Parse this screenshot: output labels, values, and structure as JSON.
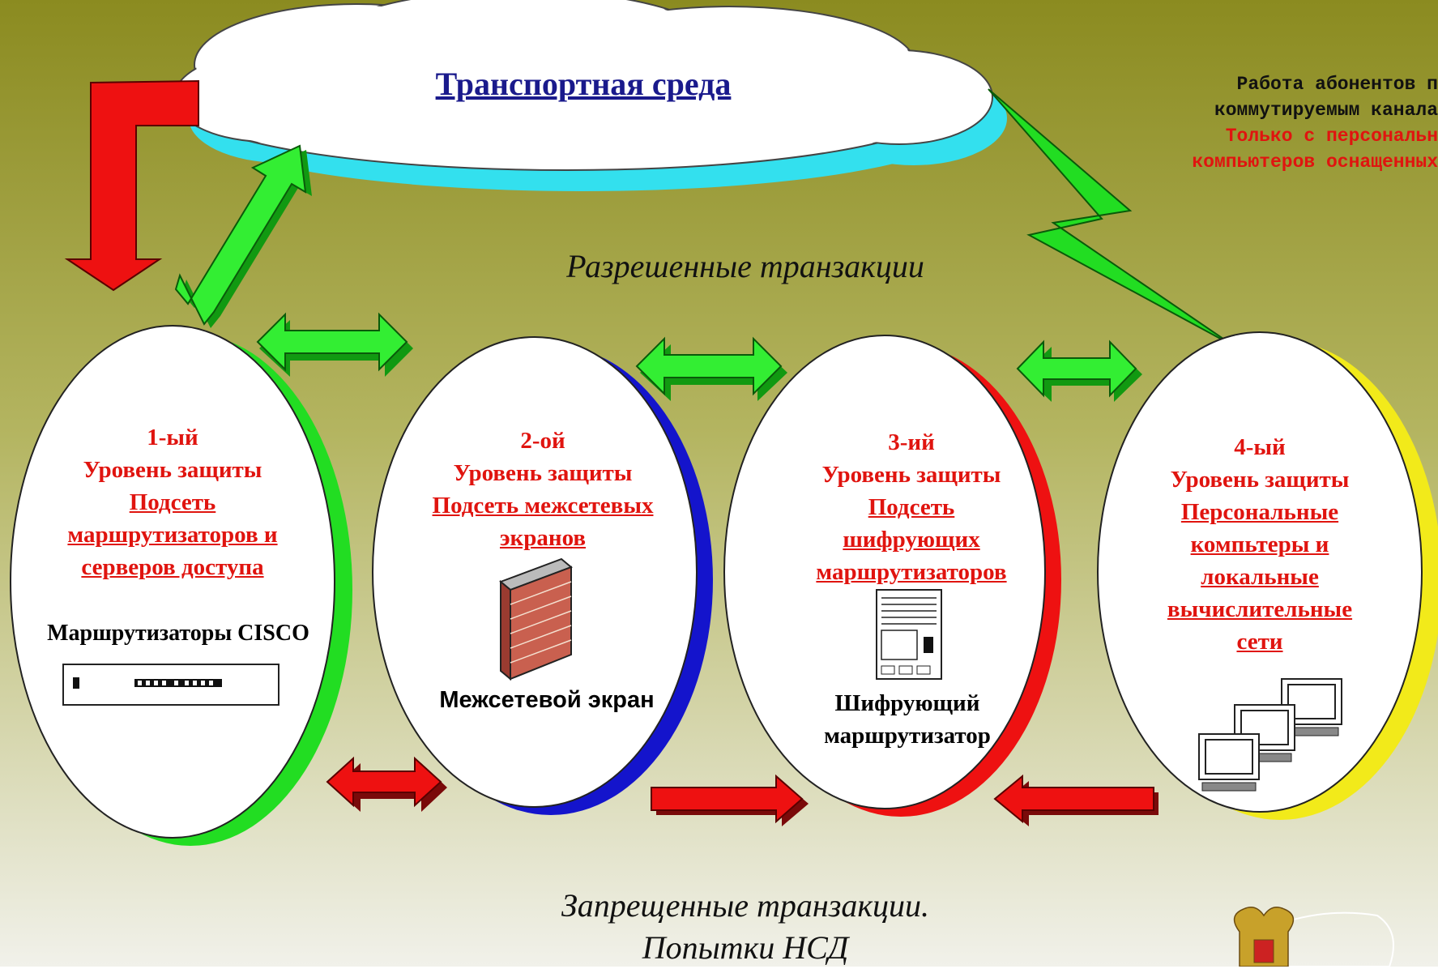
{
  "cloud": {
    "title": "Транспортная среда"
  },
  "note": {
    "line1": "Работа абонентов п",
    "line2": "коммутируемым канала",
    "line3": "Только с персональн",
    "line4": "компьютеров оснащенных"
  },
  "allowed_label": "Разрешенные транзакции",
  "forbidden_label_1": "Запрещенные транзакции.",
  "forbidden_label_2": "Попытки НСД",
  "levels": [
    {
      "num": "1-ый",
      "title": "Уровень защиты",
      "desc": [
        "Подсеть",
        "маршрутизаторов и",
        "серверов доступа"
      ],
      "device": [
        "Маршрутизаторы CISCO"
      ],
      "ring_color": "#22dd22"
    },
    {
      "num": "2-ой",
      "title": "Уровень защиты",
      "desc": [
        "Подсеть межсетевых",
        "экранов"
      ],
      "device": [
        "Межсетевой экран"
      ],
      "ring_color": "#1414cc"
    },
    {
      "num": "3-ий",
      "title": "Уровень защиты",
      "desc": [
        "Подсеть",
        "шифрующих",
        "маршрутизаторов"
      ],
      "device": [
        "Шифрующий",
        "маршрутизатор"
      ],
      "ring_color": "#ee1111"
    },
    {
      "num": "4-ый",
      "title": "Уровень защиты",
      "desc": [
        "Персональные",
        "компьтеры и",
        "локальные",
        "вычислительные",
        "сети"
      ],
      "device": [],
      "ring_color": "#f2ea1a"
    }
  ]
}
